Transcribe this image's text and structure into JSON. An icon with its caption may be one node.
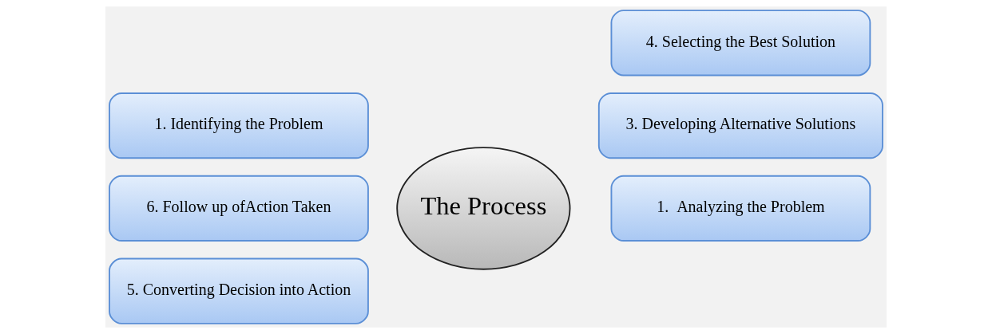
{
  "diagram": {
    "nodes": [
      {
        "text": [
          "1. Identifying the Problem"
        ]
      },
      {
        "text": [
          "1.  Analyzing the Problem"
        ]
      },
      {
        "text": [
          "6. Follow up ofAction Taken"
        ]
      },
      {
        "text": [
          "The Process"
        ]
      },
      {
        "text": [
          "3. Developing Alternative Solutions"
        ]
      },
      {
        "text": [
          "5. Converting Decision into Action"
        ]
      },
      {
        "text": [
          "4. Selecting the Best Solution"
        ]
      }
    ],
    "edges": []
  }
}
